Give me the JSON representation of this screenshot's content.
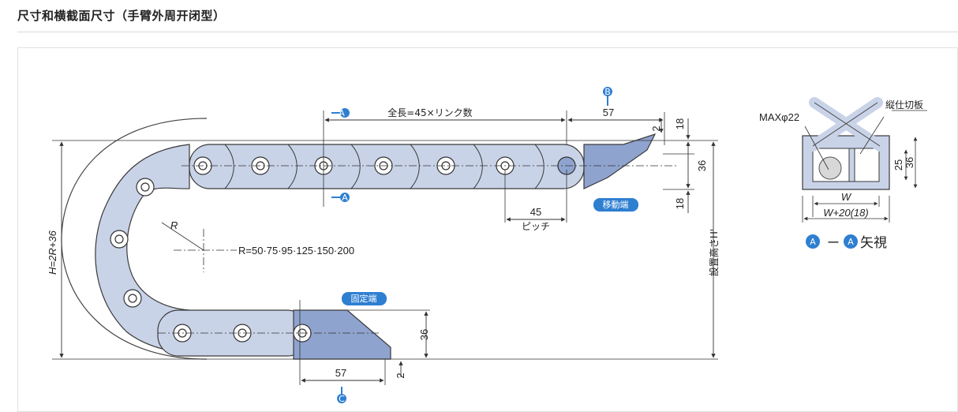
{
  "page": {
    "heading": "尺寸和横截面尺寸（手臂外周开闭型）"
  },
  "diagram": {
    "total_length": "全長=45×リンク数",
    "pitch_value": "45",
    "pitch_label": "ピッチ",
    "radius_symbol": "R",
    "radius_values": "R=50·75·95·125·150·200",
    "height_formula": "H=2R+36",
    "install_height": "設置高さH'",
    "moving_end": "移動端",
    "fixed_end": "固定端",
    "dim_57_top": "57",
    "dim_57_bottom": "57",
    "dim_2_top": "2",
    "dim_2_bottom": "2",
    "dim_18_top": "18",
    "dim_18_bottom": "18",
    "dim_36_right": "36",
    "dim_36_fixed": "36",
    "marker_a": "A",
    "marker_b": "B",
    "marker_c": "C"
  },
  "section": {
    "max_diameter": "MAXφ22",
    "divider": "縦仕切板",
    "width_inner": "W",
    "width_outer": "W+20(18)",
    "dim_25": "25",
    "dim_36": "36",
    "view_left": "A",
    "view_dash": "ー",
    "view_right": "A",
    "view_suffix": "矢視"
  },
  "colors": {
    "link_fill": "#c9d3e8",
    "link_stroke": "#3a3a3a",
    "bracket_fill": "#8fa3cf",
    "badge_blue": "#2f7fd1",
    "line": "#333333"
  }
}
